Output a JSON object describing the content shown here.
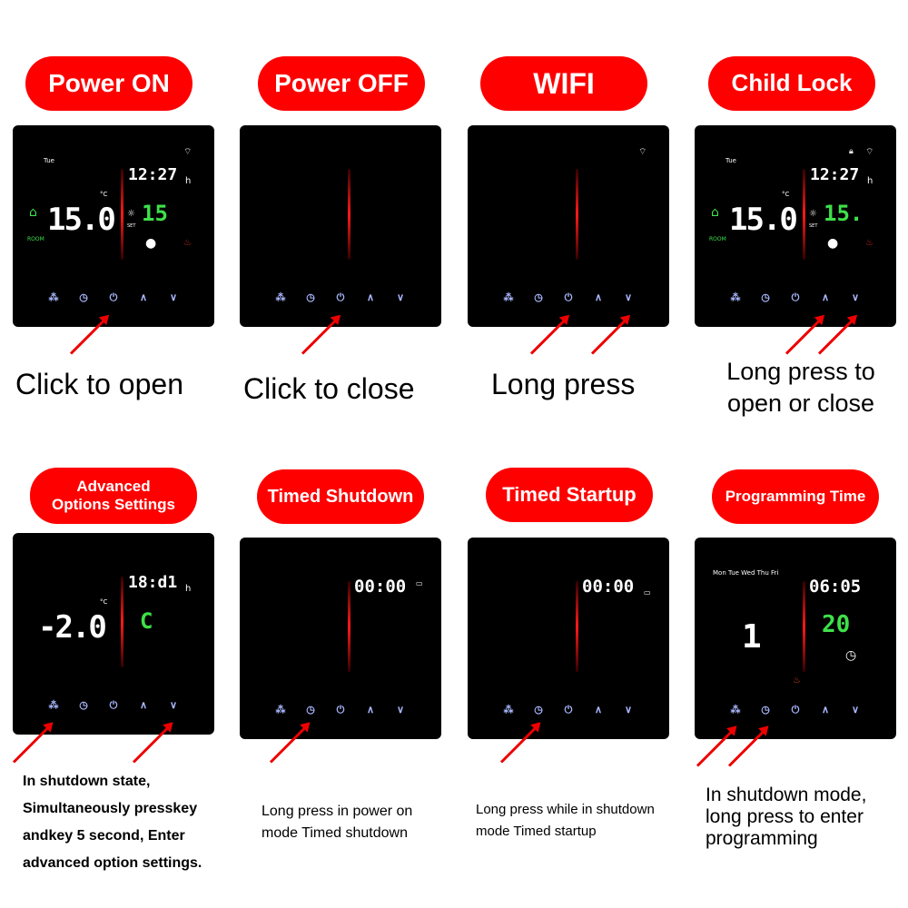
{
  "titles": [
    "Power ON",
    "Power OFF",
    "WIFI",
    "Child Lock",
    "Advanced Options Settings",
    "Timed Shutdown",
    "Timed Startup",
    "Programming Time"
  ],
  "captions": [
    "Click to open",
    "Click to close",
    "Long press",
    "Long press to open or close",
    "In shutdown state, Simultaneously presskey andkey 5 second, Enter advanced option settings.",
    "Long press in power on mode Timed shutdown",
    "Long press while in shutdown mode Timed startup",
    "In shutdown mode, long press to enter programming"
  ],
  "displays": {
    "p1": {
      "day": "Tue",
      "time": "12:27",
      "time_unit": "h",
      "room_temp": "15.0",
      "unit": "°C",
      "set_temp": "15",
      "set_label": "SET",
      "room_label": "ROOM"
    },
    "p4": {
      "day": "Tue",
      "time": "12:27",
      "time_unit": "h",
      "room_temp": "15.0",
      "unit": "°C",
      "set_temp": "15.",
      "set_label": "SET",
      "room_label": "ROOM"
    },
    "p5": {
      "time": "18:d1",
      "time_unit": "h",
      "value": "-2.0",
      "unit": "°C",
      "code": "C"
    },
    "p6": {
      "time": "00:00"
    },
    "p7": {
      "time": "00:00"
    },
    "p8": {
      "days": "Mon Tue Wed Thu Fri",
      "time": "06:05",
      "value": "1",
      "set_temp": "20"
    }
  },
  "buttons": [
    "menu-icon",
    "clock-icon",
    "power-icon",
    "up-icon",
    "down-icon"
  ],
  "colors": {
    "accent": "#ff0000",
    "panel": "#000000",
    "segment_green": "#3ee04a",
    "button": "#aab8ff"
  }
}
